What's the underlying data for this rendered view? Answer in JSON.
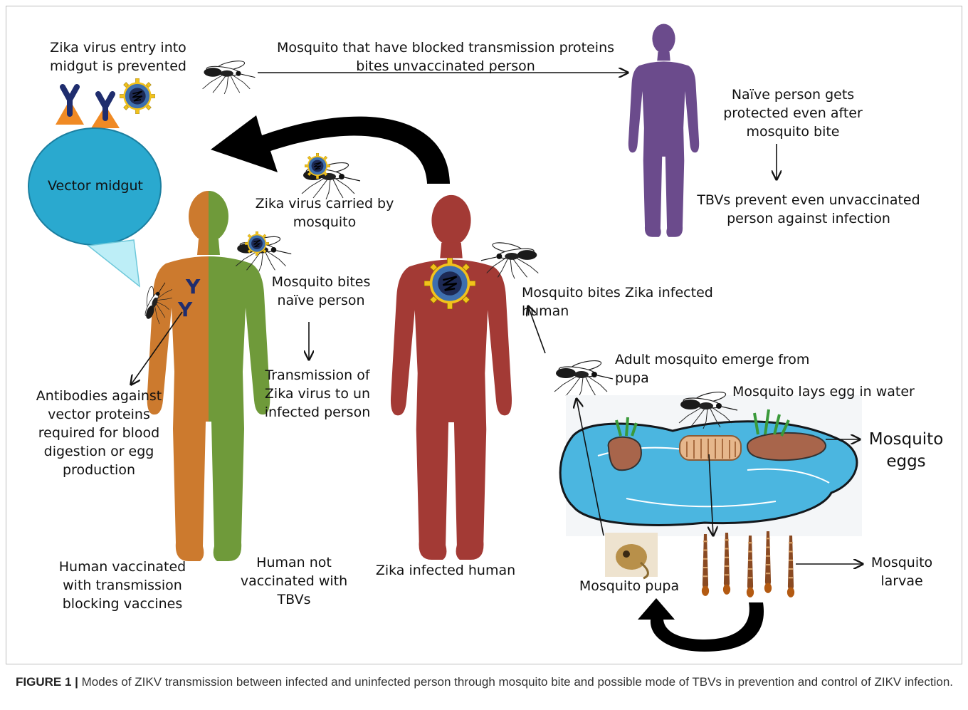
{
  "labels": {
    "zika_entry": "Zika virus entry into\nmidgut is prevented",
    "blocked_mosquito": "Mosquito that have blocked transmission proteins\nbites unvaccinated person",
    "naive_protected": "Naïve person gets\nprotected even after\nmosquito bite",
    "tbv_prevent": "TBVs prevent even unvaccinated\nperson against infection",
    "vector_midgut": "Vector midgut",
    "zika_carried": "Zika virus carried by\nmosquito",
    "bites_naive": "Mosquito bites\nnaïve person",
    "transmission": "Transmission of\nZika virus to un\ninfected person",
    "bites_infected": "Mosquito bites Zika infected human",
    "adult_emerge": "Adult mosquito emerge from pupa",
    "lays_egg": "Mosquito lays egg in water",
    "eggs": "Mosquito\neggs",
    "antibodies": "Antibodies against\nvector proteins\nrequired for blood\ndigestion or egg\nproduction",
    "vaccinated_human": "Human vaccinated\nwith transmission\nblocking vaccines",
    "not_vaccinated": "Human not\nvaccinated with TBVs",
    "infected_human": "Zika infected human",
    "pupa": "Mosquito pupa",
    "larvae": "Mosquito\nlarvae",
    "antibody_symbol": "Y"
  },
  "caption": {
    "figure_label": "FIGURE 1 |",
    "text": " Modes of ZIKV transmission between infected and uninfected person through mosquito bite and possible mode of TBVs in prevention and control of ZIKV infection."
  },
  "colors": {
    "vaccinated_half": "#cc7a2e",
    "unvaccinated_half": "#6f9a3a",
    "infected_human": "#a33a35",
    "naive_person": "#6b4b8c",
    "midgut": "#2aa9cf",
    "water": "#4bb6e0",
    "antibody": "#1f2d6e",
    "receptor": "#f08a24"
  }
}
